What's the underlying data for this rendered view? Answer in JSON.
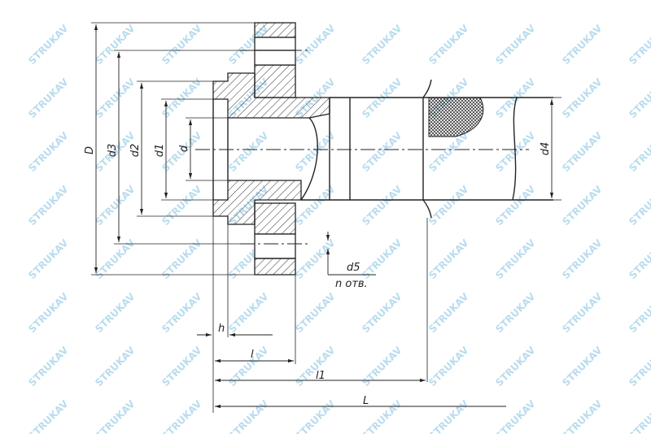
{
  "labels": {
    "D": "D",
    "d3": "d3",
    "d2": "d2",
    "d1": "d1",
    "d": "d",
    "d4": "d4",
    "d5": "d5",
    "n_holes": "n отв.",
    "h": "h",
    "l": "l",
    "l1": "l1",
    "L": "L"
  },
  "watermark": {
    "text": "STRUKAV",
    "color": "#b9dcee"
  },
  "colors": {
    "line": "#222222",
    "hatch": "#333333"
  }
}
